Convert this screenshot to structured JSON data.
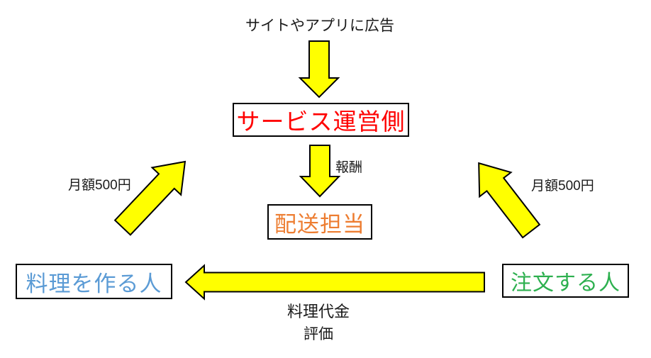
{
  "top_label": "サイトやアプリに広告",
  "nodes": {
    "service": {
      "label": "サービス運営側",
      "color": "#FF0000"
    },
    "delivery": {
      "label": "配送担当",
      "color": "#ED7D31"
    },
    "cook": {
      "label": "料理を作る人",
      "color": "#5B9BD5"
    },
    "orderer": {
      "label": "注文する人",
      "color": "#2DB04F"
    }
  },
  "labels": {
    "reward": "報酬",
    "monthly_fee_left": "月額500円",
    "monthly_fee_right": "月額500円",
    "food_payment": "料理代金",
    "rating": "評価"
  },
  "icons": {
    "ad_to_service_arrow": "down-arrow",
    "service_to_delivery_arrow": "down-arrow",
    "cook_to_service_arrow": "up-right-arrow",
    "orderer_to_service_arrow": "up-left-arrow",
    "orderer_to_cook_arrow": "left-arrow"
  },
  "colors": {
    "arrow_fill": "#FFFF00",
    "arrow_stroke": "#000000",
    "box_border": "#000000",
    "text": "#1A1A1A",
    "background": "#FFFFFF"
  }
}
